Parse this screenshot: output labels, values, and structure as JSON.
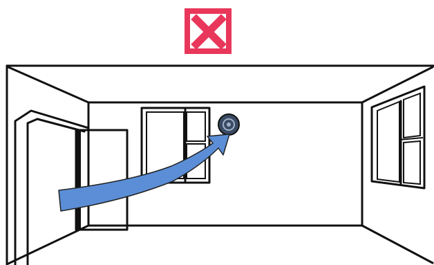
{
  "verdict": {
    "status": "incorrect",
    "icon": "x-mark-icon",
    "colors": {
      "badge": "#e8375a",
      "mark": "#ffffff"
    }
  },
  "scene": {
    "subject": "room-interior",
    "items": [
      "left-door",
      "back-window",
      "right-window",
      "smoke-detector",
      "airflow-arrow"
    ],
    "colors": {
      "arrow": "#5b8ed6",
      "detector": "#3a4a63",
      "lines": "#111111"
    }
  }
}
